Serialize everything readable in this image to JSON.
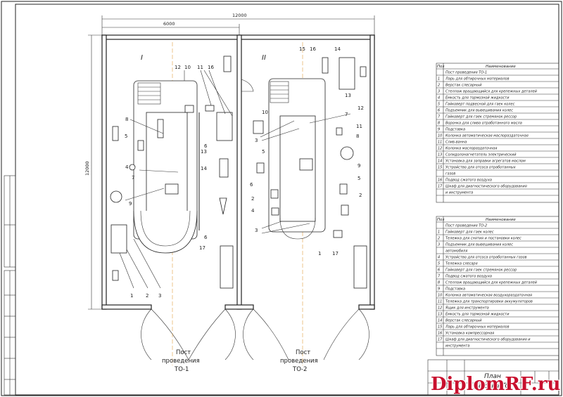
{
  "plan": {
    "dim_total_width": "12000",
    "dim_left_width": "6000",
    "dim_height": "12000",
    "bay_1_numeral": "I",
    "bay_2_numeral": "II",
    "post_1_line1": "Пост",
    "post_1_line2": "проведения",
    "post_1_line3": "ТО-1",
    "post_2_line1": "Пост",
    "post_2_line2": "проведения",
    "post_2_line3": "ТО-2",
    "bay_1_labels": [
      "12",
      "10",
      "11",
      "16",
      "8",
      "5",
      "4",
      "7",
      "9",
      "13",
      "14",
      "6",
      "6",
      "17",
      "1",
      "2",
      "3"
    ],
    "bay_2_labels": [
      "15",
      "16",
      "14",
      "13",
      "12",
      "7",
      "11",
      "8",
      "10",
      "3",
      "5",
      "9",
      "6",
      "5",
      "2",
      "4",
      "2",
      "3",
      "1",
      "17"
    ]
  },
  "table_1": {
    "header_num": "Поз",
    "header_name": "Наименование",
    "rows": [
      {
        "n": "",
        "name": "Пост проведения ТО-1"
      },
      {
        "n": "1",
        "name": "Ларь для обтирочных материалов"
      },
      {
        "n": "2",
        "name": "Верстак слесарный"
      },
      {
        "n": "3",
        "name": "Стеллаж вращающийся для крепежных деталей"
      },
      {
        "n": "4",
        "name": "Емкость для тормозной жидкости"
      },
      {
        "n": "5",
        "name": "Гайковерт подвесной для гаек колес"
      },
      {
        "n": "6",
        "name": "Подъемник для вывешивания колес"
      },
      {
        "n": "7",
        "name": "Гайковерт для гаек стремянок рессор"
      },
      {
        "n": "8",
        "name": "Воронка для слива отработанного масла"
      },
      {
        "n": "9",
        "name": "Подставка"
      },
      {
        "n": "10",
        "name": "Колонка автоматическая маслораздаточная"
      },
      {
        "n": "11",
        "name": "Слив-ванна"
      },
      {
        "n": "12",
        "name": "Колонка маслораздаточная"
      },
      {
        "n": "13",
        "name": "Солидолонагнетатель электрический"
      },
      {
        "n": "14",
        "name": "Установка для заправки агрегатов маслом"
      },
      {
        "n": "15",
        "name": "Устройство для отсоса отработанных"
      },
      {
        "n": "",
        "name": "газов"
      },
      {
        "n": "16",
        "name": "Подвод сжатого воздуха"
      },
      {
        "n": "17",
        "name": "Шкаф для диагностического оборудования"
      },
      {
        "n": "",
        "name": "и инструмента"
      }
    ]
  },
  "table_2": {
    "header_num": "Поз",
    "header_name": "Наименование",
    "rows": [
      {
        "n": "",
        "name": "Пост проведения ТО-2"
      },
      {
        "n": "1",
        "name": "Гайковерт для гаек колес"
      },
      {
        "n": "2",
        "name": "Тележка для снятия и постановки колес"
      },
      {
        "n": "3",
        "name": "Подъемник для вывешивания колес"
      },
      {
        "n": "",
        "name": "автомобиля"
      },
      {
        "n": "4",
        "name": "Устройство для отсоса отработанных газов"
      },
      {
        "n": "5",
        "name": "Тележка слесаря"
      },
      {
        "n": "6",
        "name": "Гайковерт для гаек стремянок рессор"
      },
      {
        "n": "7",
        "name": "Подвод сжатого воздуха"
      },
      {
        "n": "8",
        "name": "Стеллаж вращающийся для крепежных деталей"
      },
      {
        "n": "9",
        "name": "Подставка"
      },
      {
        "n": "10",
        "name": "Колонка автоматическая воздухораздаточная"
      },
      {
        "n": "11",
        "name": "Тележка для транспортировки аккумуляторов"
      },
      {
        "n": "12",
        "name": "Ящик для инструмента"
      },
      {
        "n": "13",
        "name": "Емкость для тормозной жидкости"
      },
      {
        "n": "14",
        "name": "Верстак слесарный"
      },
      {
        "n": "15",
        "name": "Ларь для обтирочных материалов"
      },
      {
        "n": "16",
        "name": "Установка компрессорная"
      },
      {
        "n": "17",
        "name": "Шкаф для диагностического оборудования и"
      },
      {
        "n": "",
        "name": "инструмента"
      }
    ]
  },
  "title_block": {
    "title_line1": "План",
    "title_line2": "участка ТО"
  },
  "watermark": "DiplomRF.ru"
}
